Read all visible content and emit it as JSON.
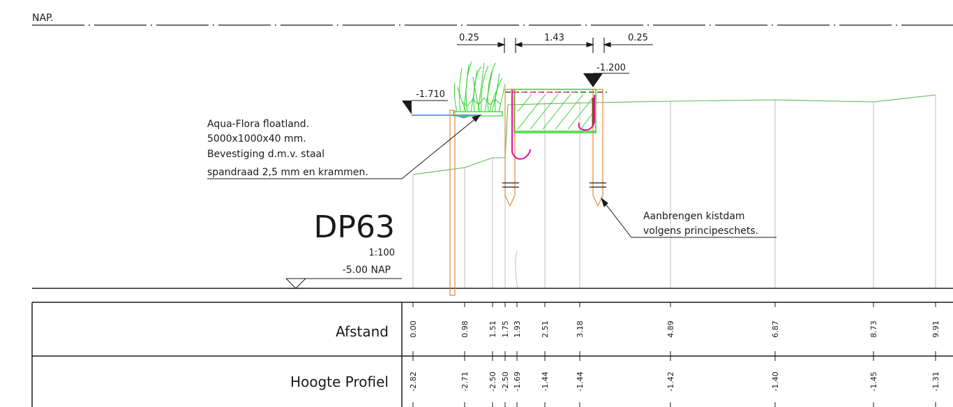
{
  "datum": {
    "label": "NAP."
  },
  "profile": {
    "id": "DP63",
    "scale": "1:100",
    "reference_level": "-5.00  NAP"
  },
  "dimensions": {
    "left_width": "0.25",
    "center_width": "1.43",
    "right_width": "0.25",
    "level_right": "-1.200",
    "level_left": "-1.710"
  },
  "notes": {
    "floatland": [
      "Aqua-Flora floatland.",
      "5000x1000x40  mm.",
      "Bevestiging d.m.v. staal",
      "spandraad 2,5 mm en krammen."
    ],
    "kistdam": [
      "Aanbrengen kistdam",
      "volgens principeschets."
    ]
  },
  "table": {
    "rows": [
      {
        "label": "Afstand",
        "values": [
          "0.00",
          "0.98",
          "1.51",
          "1.75",
          "1.93",
          "2.51",
          "3.18",
          "4.89",
          "6.87",
          "8.73",
          "9.91"
        ]
      },
      {
        "label": "Hoogte Profiel",
        "values": [
          "-2.82",
          "-2.71",
          "-2.50",
          "-2.50",
          "-1.69",
          "-1.44",
          "-1.44",
          "-1.42",
          "-1.40",
          "-1.45",
          "-1.31"
        ]
      }
    ]
  },
  "colors": {
    "ground": "#5cb85c",
    "pile": "#e08a3c",
    "hatch": "#2bd42b",
    "hook": "#e0129a",
    "water": "#3a7bd5",
    "post": "#8b4513",
    "grid": "#c8c8c8",
    "ink": "#1a1a1a"
  }
}
